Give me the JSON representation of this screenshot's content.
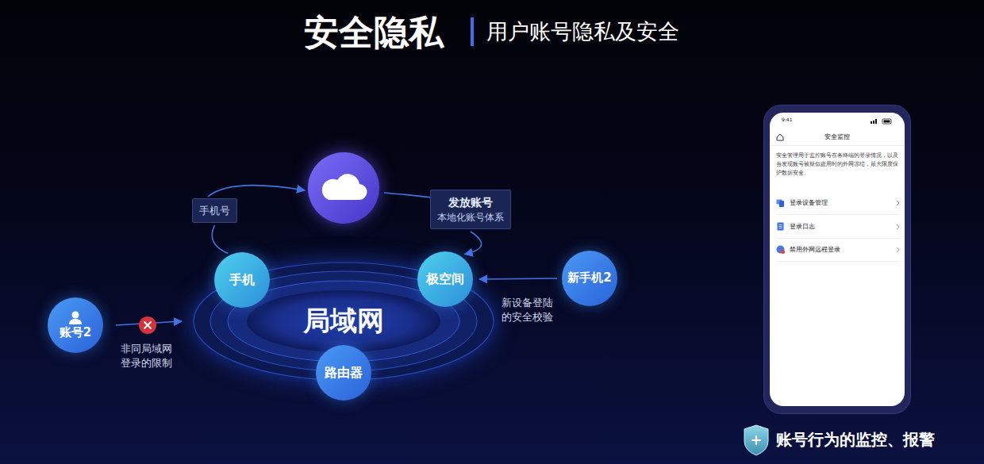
{
  "diagram": {
    "title": "安全隐私",
    "nodes": [
      {
        "text": [
          "手机号"
        ]
      },
      {
        "text": [
          "发放账号",
          "本地化账号体系"
        ]
      },
      {
        "text": [
          "账号2"
        ]
      },
      {
        "text": [
          "局域网"
        ]
      },
      {
        "text": [
          "手机"
        ]
      },
      {
        "text": [
          "极空间"
        ]
      },
      {
        "text": [
          "新手机2"
        ]
      },
      {
        "text": [
          "路由器"
        ]
      },
      {
        "text": [
          "9:41",
          "安全监控",
          "安全管理用于监控账号在各终端的登录情况，以及当发现账号被疑似盗用时的外网冻结，最大限度保护数据安全。"
        ]
      },
      {
        "text": [
          "登录设备管理"
        ],
        "in": 8
      },
      {
        "text": [
          "登录日志"
        ],
        "in": 8
      },
      {
        "text": [
          "禁用外网远程登录"
        ],
        "in": 8
      }
    ],
    "edges": [
      {
        "from": 4,
        "to": 0,
        "arrow": "none"
      },
      {
        "from": 1,
        "to": 5,
        "arrow": "to"
      },
      {
        "from": 2,
        "to": 3,
        "arrow": "to"
      },
      {
        "from": 6,
        "to": 5,
        "arrow": "to"
      }
    ],
    "labels": [
      "用户账号隐私及安全",
      "非同局域网 登录的限制",
      "新设备登陆 的安全校验",
      "账号行为的监控、报警"
    ]
  }
}
